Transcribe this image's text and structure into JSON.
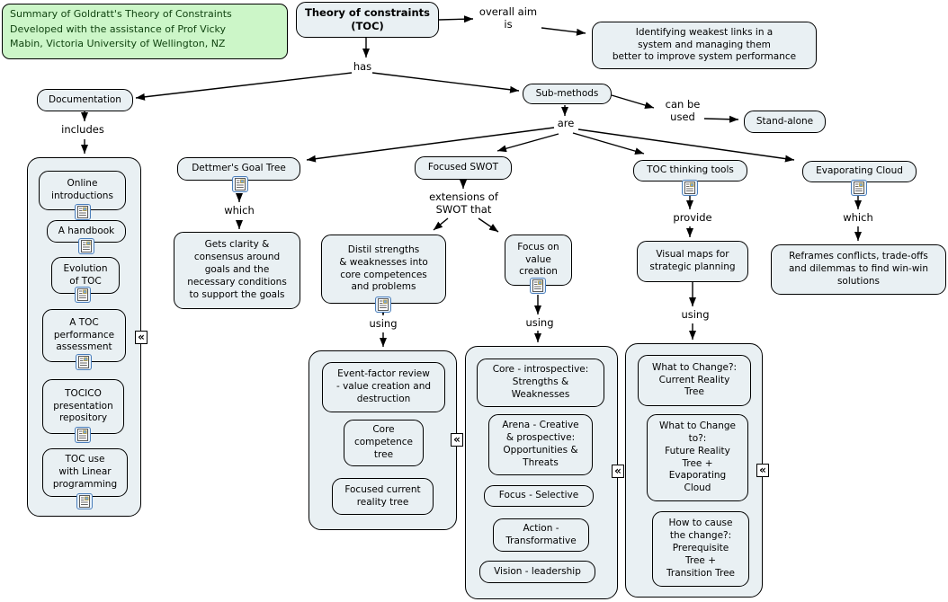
{
  "note": {
    "text": "Summary of Goldratt's Theory of Constraints\nDeveloped with the assistance of Prof Vicky\nMabin, Victoria University of Wellington, NZ"
  },
  "nodes": {
    "toc": "Theory of constraints\n(TOC)",
    "aim": "Identifying weakest links in a\nsystem and managing them\nbetter to improve system performance",
    "documentation": "Documentation",
    "submethods": "Sub-methods",
    "standalone": "Stand-alone",
    "goaltree": "Dettmer's Goal Tree",
    "fswot": "Focused SWOT",
    "toctools": "TOC thinking tools",
    "evap": "Evaporating Cloud",
    "clarity": "Gets clarity &\nconsensus around\ngoals and the\nnecessary conditions\nto support the goals",
    "distil": "Distil strengths\n& weaknesses into\ncore competences\nand problems",
    "focusvalue": "Focus on\nvalue\ncreation",
    "visualmaps": "Visual maps for\nstrategic planning",
    "reframes": "Reframes conflicts, trade-offs\nand dilemmas to find win-win\nsolutions"
  },
  "labels": {
    "overall_aim": "overall aim\nis",
    "has": "has",
    "includes": "includes",
    "are": "are",
    "can_be_used": "can be\nused",
    "which_goal": "which",
    "extensions": "extensions of\nSWOT that",
    "provide": "provide",
    "which_cloud": "which",
    "using_1": "using",
    "using_2": "using",
    "using_3": "using"
  },
  "containers": {
    "documentation_list": {
      "items": [
        "Online\nintroductions",
        "A handbook",
        "Evolution\nof TOC",
        "A TOC\nperformance\nassessment",
        "TOCICO\npresentation\nrepository",
        "TOC use\nwith  Linear\nprogramming"
      ]
    },
    "swot_analysis_tools": {
      "items": [
        "Event-factor review\n- value creation and\ndestruction",
        "Core\ncompetence\ntree",
        "Focused current\nreality tree"
      ]
    },
    "swot_elements": {
      "items": [
        "Core - introspective:\nStrengths &\nWeaknesses",
        "Arena - Creative\n& prospective:\nOpportunities &\nThreats",
        "Focus - Selective",
        "Action -\nTransformative",
        "Vision - leadership"
      ]
    },
    "change_questions": {
      "items": [
        "What to Change?:\nCurrent Reality\nTree",
        "What to Change\nto?:\nFuture Reality\nTree +\nEvaporating\nCloud",
        "How to cause\nthe change?:\nPrerequisite\nTree +\nTransition Tree"
      ]
    }
  },
  "icons": {
    "collapse_glyph": "«",
    "resource_icon_meaning": "attached-resource-document"
  },
  "colors": {
    "node_fill": "#e9f0f3",
    "node_border": "#000000",
    "note_fill": "#ccf6c8",
    "note_text": "#114411",
    "connector": "#000000"
  }
}
